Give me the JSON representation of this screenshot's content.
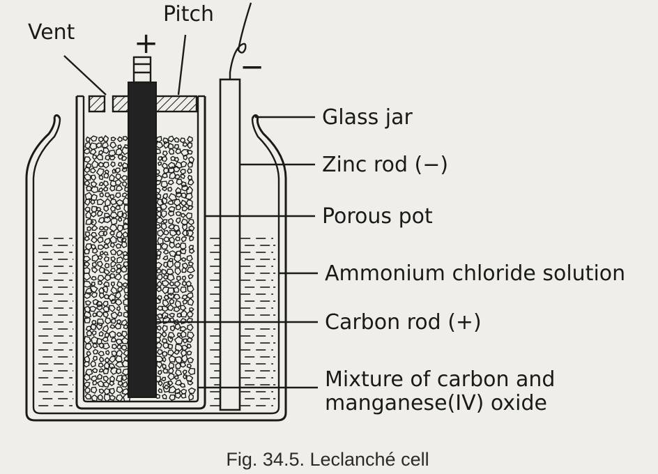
{
  "labels": {
    "vent": "Vent",
    "pitch": "Pitch",
    "plus": "+",
    "minus": "−",
    "glass_jar": "Glass jar",
    "zinc_rod": "Zinc rod (−)",
    "porous_pot": "Porous pot",
    "ammonium": "Ammonium chloride solution",
    "carbon_rod": "Carbon rod (+)",
    "mixture_line1": "Mixture of carbon and",
    "mixture_line2": "manganese(IV) oxide"
  },
  "caption": "Fig. 34.5. Leclanché cell",
  "colors": {
    "paper": "#efeee8",
    "ink": "#1a1a1a",
    "carbon_rod": "#222222"
  }
}
